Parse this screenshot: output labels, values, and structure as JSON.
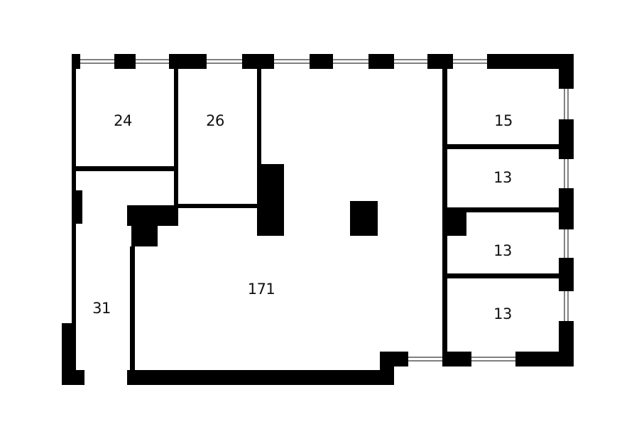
{
  "plan": {
    "wall_color": "#000000",
    "background": "#ffffff",
    "rooms": [
      {
        "id": "room-a",
        "area": "24"
      },
      {
        "id": "room-b",
        "area": "26"
      },
      {
        "id": "room-main",
        "area": "171"
      },
      {
        "id": "room-corridor",
        "area": "31"
      },
      {
        "id": "room-r1",
        "area": "15"
      },
      {
        "id": "room-r2",
        "area": "13"
      },
      {
        "id": "room-r3",
        "area": "13"
      },
      {
        "id": "room-r4",
        "area": "13"
      }
    ]
  }
}
